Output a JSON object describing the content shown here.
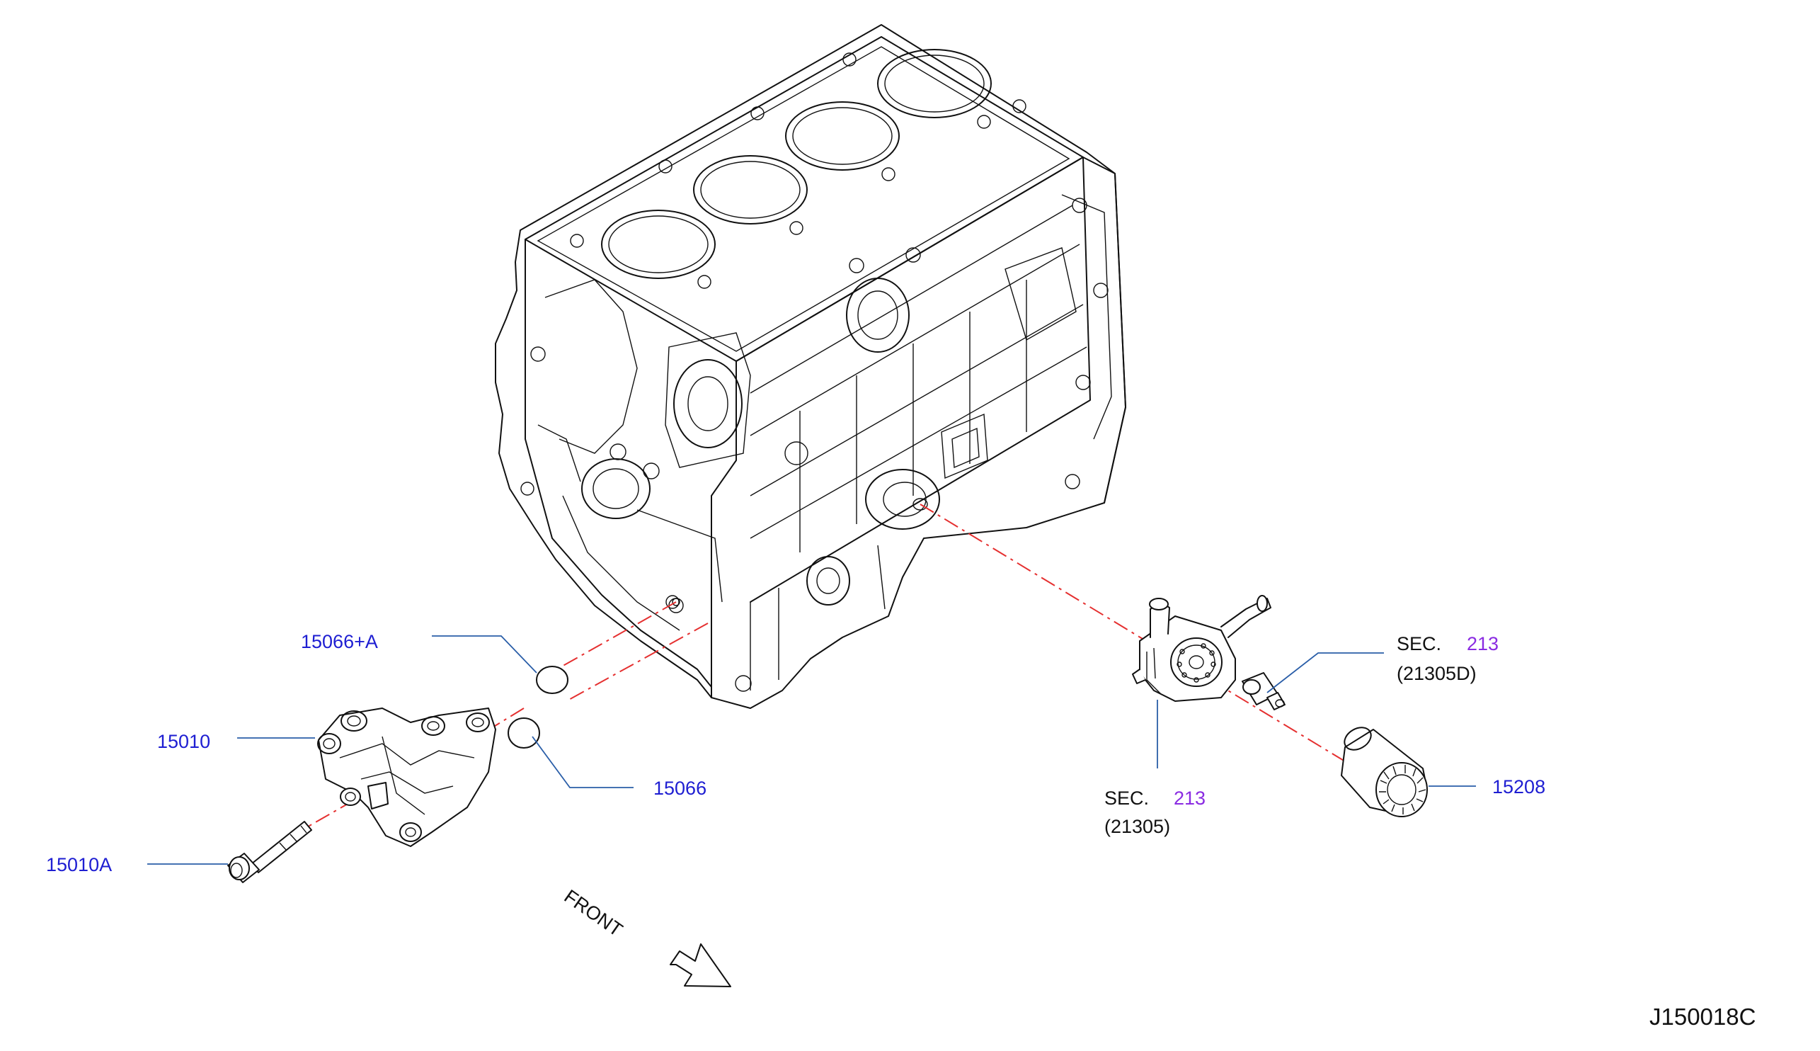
{
  "callouts": {
    "gasket_a": "15066+A",
    "oil_pump": "15010",
    "gasket": "15066",
    "bolt": "15010A",
    "sec_upper_prefix": "SEC.",
    "sec_upper_num": "213",
    "sec_upper_ref": "(21305D)",
    "sec_lower_prefix": "SEC.",
    "sec_lower_num": "213",
    "sec_lower_ref": "(21305)",
    "oil_filter": "15208"
  },
  "direction_label": "FRONT",
  "diagram_id": "J150018C",
  "colors": {
    "callout_blue": "#1e1ed2",
    "section_purple": "#8a2be2",
    "centerline_red": "#e53030",
    "leader_blue": "#2a5ea8"
  }
}
